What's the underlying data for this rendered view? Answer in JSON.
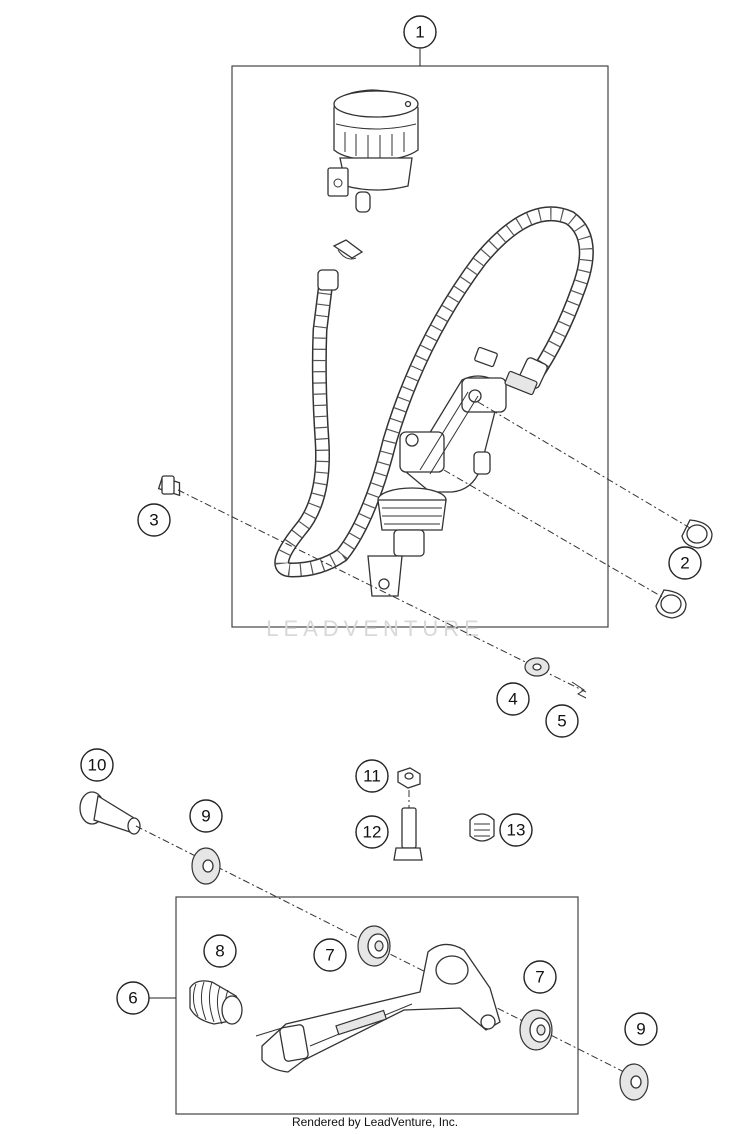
{
  "diagram": {
    "callouts": [
      {
        "id": "callout-1",
        "label": "1"
      },
      {
        "id": "callout-2",
        "label": "2"
      },
      {
        "id": "callout-3",
        "label": "3"
      },
      {
        "id": "callout-4",
        "label": "4"
      },
      {
        "id": "callout-5",
        "label": "5"
      },
      {
        "id": "callout-6",
        "label": "6"
      },
      {
        "id": "callout-7a",
        "label": "7"
      },
      {
        "id": "callout-7b",
        "label": "7"
      },
      {
        "id": "callout-8",
        "label": "8"
      },
      {
        "id": "callout-9a",
        "label": "9"
      },
      {
        "id": "callout-9b",
        "label": "9"
      },
      {
        "id": "callout-10",
        "label": "10"
      },
      {
        "id": "callout-11",
        "label": "11"
      },
      {
        "id": "callout-12",
        "label": "12"
      },
      {
        "id": "callout-13",
        "label": "13"
      }
    ],
    "watermark": "LEADVENTURE",
    "footer": "Rendered by LeadVenture, Inc."
  }
}
